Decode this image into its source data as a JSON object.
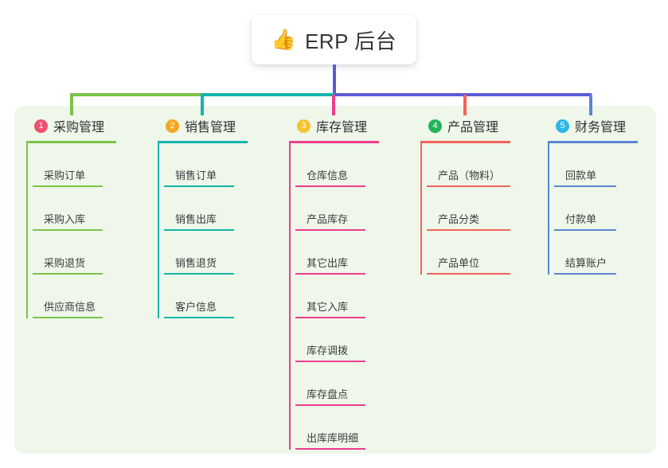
{
  "root": {
    "icon": "thumbs-up-icon",
    "emoji": "👍",
    "title": "ERP 后台"
  },
  "colors": {
    "panel_bg": "#eef7e9",
    "bus": "#5b5bd6",
    "green": "#7cc24a",
    "teal": "#12b5ab",
    "pink": "#ee3d8f",
    "red": "#f4635c",
    "blue": "#5b84d6",
    "badge1": "#f0506e",
    "badge2": "#f5a623",
    "badge3": "#f7c32e",
    "badge4": "#22b457",
    "badge5": "#2fb6e8"
  },
  "columns": [
    {
      "number": "1",
      "label": "采购管理",
      "badge_color": "#f0506e",
      "line_color": "#7cc24a",
      "items": [
        {
          "label": "采购订单"
        },
        {
          "label": "采购入库"
        },
        {
          "label": "采购退货"
        },
        {
          "label": "供应商信息"
        }
      ]
    },
    {
      "number": "2",
      "label": "销售管理",
      "badge_color": "#f5a623",
      "line_color": "#12b5ab",
      "items": [
        {
          "label": "销售订单"
        },
        {
          "label": "销售出库"
        },
        {
          "label": "销售退货"
        },
        {
          "label": "客户信息"
        }
      ]
    },
    {
      "number": "3",
      "label": "库存管理",
      "badge_color": "#f7c32e",
      "line_color": "#ee3d8f",
      "items": [
        {
          "label": "仓库信息"
        },
        {
          "label": "产品库存"
        },
        {
          "label": "其它出库"
        },
        {
          "label": "其它入库"
        },
        {
          "label": "库存调拨"
        },
        {
          "label": "库存盘点"
        },
        {
          "label": "出库库明细"
        }
      ]
    },
    {
      "number": "4",
      "label": "产品管理",
      "badge_color": "#22b457",
      "line_color": "#f4635c",
      "items": [
        {
          "label": "产品（物料）"
        },
        {
          "label": "产品分类"
        },
        {
          "label": "产品单位"
        }
      ]
    },
    {
      "number": "5",
      "label": "财务管理",
      "badge_color": "#2fb6e8",
      "line_color": "#5b84d6",
      "items": [
        {
          "label": "回款单"
        },
        {
          "label": "付款单"
        },
        {
          "label": "结算账户"
        }
      ]
    }
  ]
}
